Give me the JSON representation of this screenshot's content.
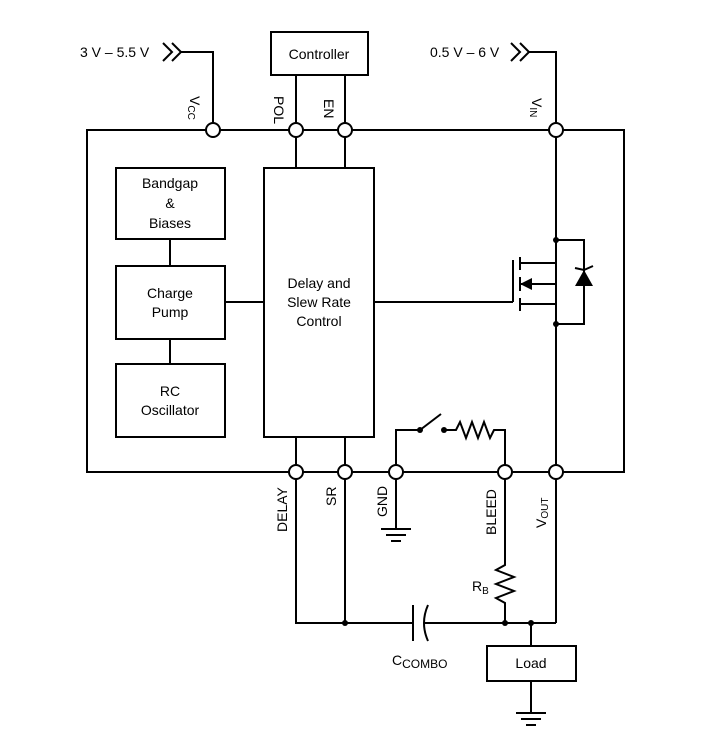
{
  "supplies": {
    "vcc_range": "3 V – 5.5 V",
    "vin_range": "0.5 V – 6 V"
  },
  "blocks": {
    "controller": "Controller",
    "bandgap": [
      "Bandgap",
      "&",
      "Biases"
    ],
    "charge_pump": [
      "Charge",
      "Pump"
    ],
    "rc_oscillator": [
      "RC",
      "Oscillator"
    ],
    "delay_slew": [
      "Delay and",
      "Slew Rate",
      "Control"
    ],
    "load": "Load"
  },
  "pins": {
    "vcc": {
      "main": "V",
      "sub": "CC"
    },
    "pol": "POL",
    "en": "EN",
    "vin": {
      "main": "V",
      "sub": "IN"
    },
    "delay": "DELAY",
    "sr": "SR",
    "gnd": "GND",
    "bleed": "BLEED",
    "vout": {
      "main": "V",
      "sub": "OUT"
    }
  },
  "external": {
    "rb": {
      "main": "R",
      "sub": "B"
    },
    "ccombo": {
      "main": "C",
      "sub": "COMBO"
    }
  }
}
